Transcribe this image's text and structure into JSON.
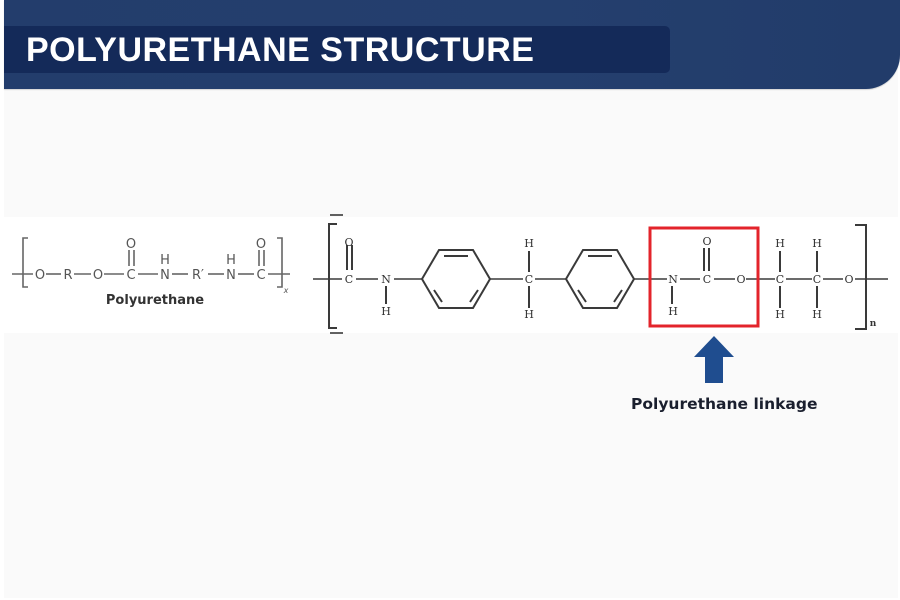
{
  "header": {
    "title": "POLYURETHANE STRUCTURE",
    "colors": {
      "bar": "#233d6c",
      "title_box": "#142a59",
      "title_text": "#ffffff"
    }
  },
  "left_structure": {
    "caption": "Polyurethane",
    "chain_atoms": [
      "O",
      "R",
      "O",
      "C",
      "N",
      "R′",
      "N",
      "C"
    ],
    "carbonyl_oxygens": [
      "O",
      "O"
    ],
    "amine_hydrogens": [
      "H",
      "H"
    ],
    "repeat_subscript": "x"
  },
  "right_structure": {
    "atoms": {
      "c1": "C",
      "o1": "O",
      "n1": "N",
      "h_n1": "H",
      "ch2_c": "C",
      "ch2_h_top": "H",
      "ch2_h_bottom": "H",
      "n2": "N",
      "h_n2": "H",
      "c2": "C",
      "o2_top": "O",
      "o3": "O",
      "c3": "C",
      "c3_h_top": "H",
      "c3_h_bottom": "H",
      "c4": "C",
      "c4_h_top": "H",
      "c4_h_bottom": "H",
      "o4": "O"
    },
    "repeat_subscript": "n",
    "highlight_box_color": "#e3242b"
  },
  "annotation": {
    "label": "Polyurethane linkage",
    "arrow_color": "#1f4d8f",
    "text_color": "#1a1f2e"
  },
  "colors": {
    "background": "#fafafa",
    "bond": "#3a3a3a",
    "atom_text_left": "#555555",
    "atom_text_right": "#333333"
  }
}
